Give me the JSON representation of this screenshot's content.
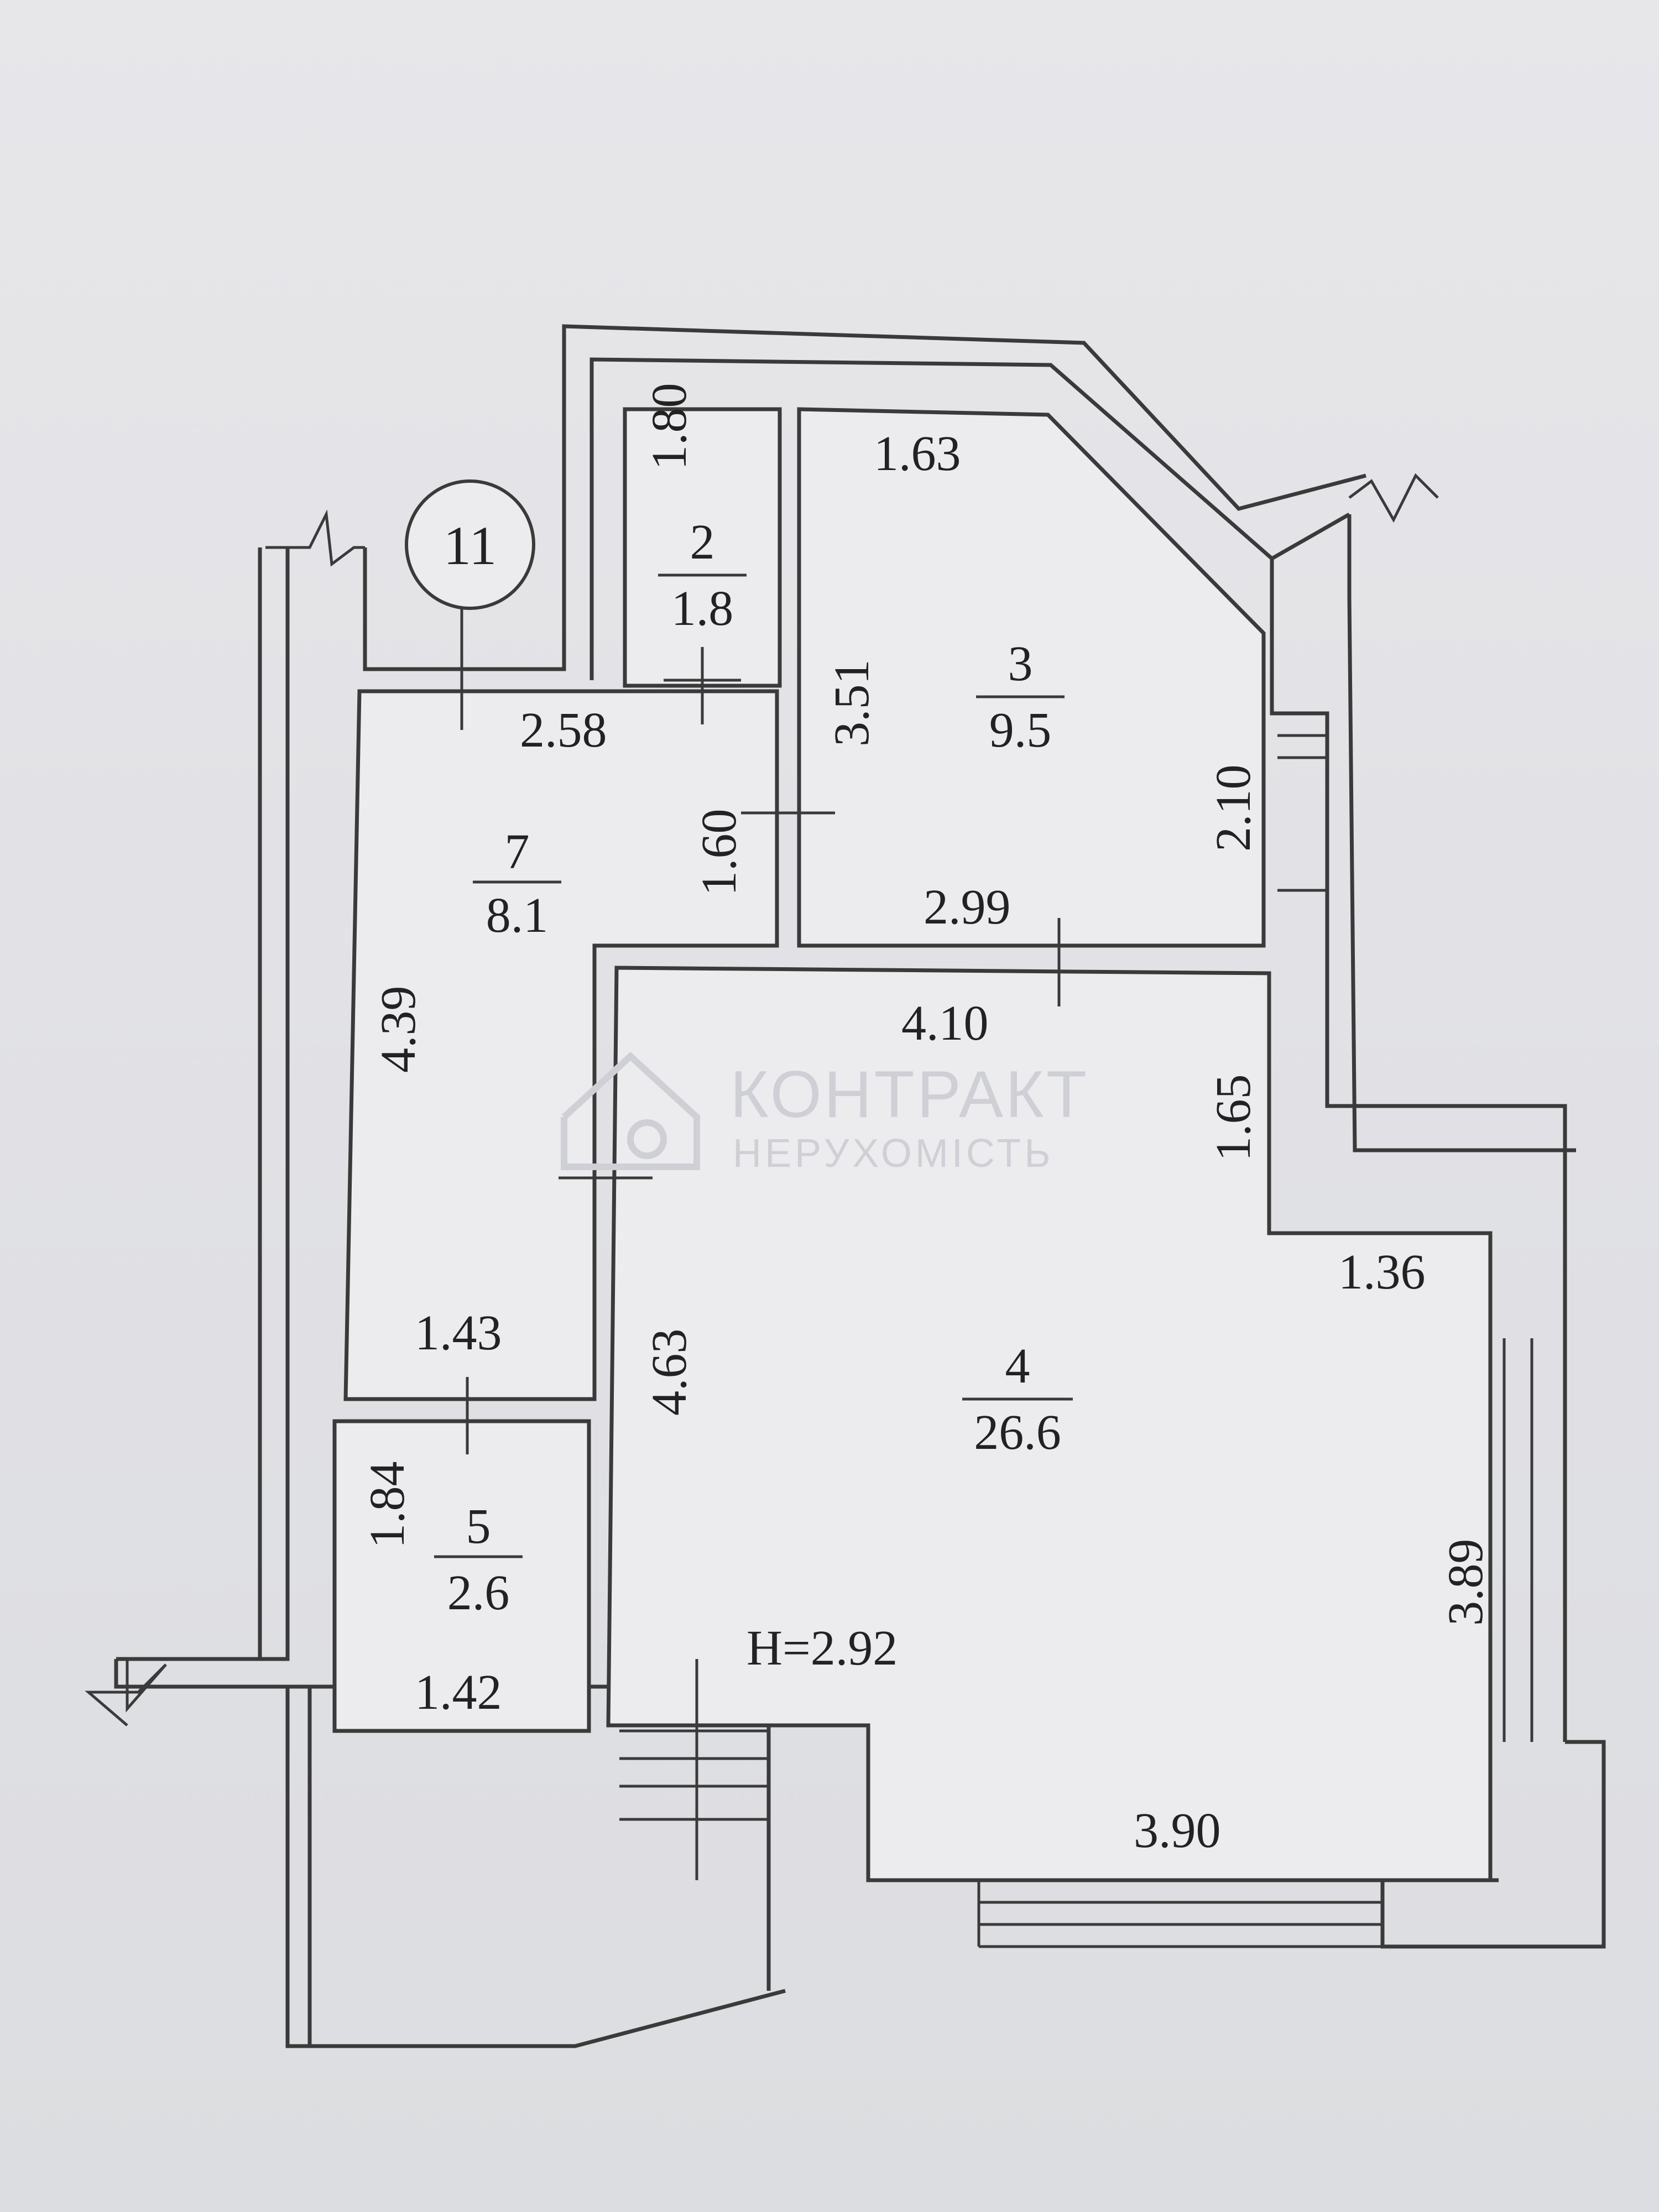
{
  "apartment_number": "11",
  "rooms": [
    {
      "number": "2",
      "area": "1.8"
    },
    {
      "number": "3",
      "area": "9.5"
    },
    {
      "number": "7",
      "area": "8.1"
    },
    {
      "number": "4",
      "area": "26.6"
    },
    {
      "number": "5",
      "area": "2.6"
    }
  ],
  "dimensions": {
    "room2_height": "1.80",
    "room3_top": "1.63",
    "room3_left": "3.51",
    "room3_right": "2.10",
    "room3_bottom": "2.99",
    "room7_top": "2.58",
    "room7_right": "1.60",
    "room7_left": "4.39",
    "room7_bottom": "1.43",
    "room4_top": "4.10",
    "room4_upper_right": "1.65",
    "room4_step": "1.36",
    "room4_left": "4.63",
    "room4_right": "3.89",
    "room4_bottom": "3.90",
    "room5_left": "1.84",
    "room5_bottom": "1.42"
  },
  "ceiling_height": "H=2.92",
  "watermark": {
    "line1": "КОНТРАКТ",
    "line2": "НЕРУХОМІСТЬ"
  }
}
